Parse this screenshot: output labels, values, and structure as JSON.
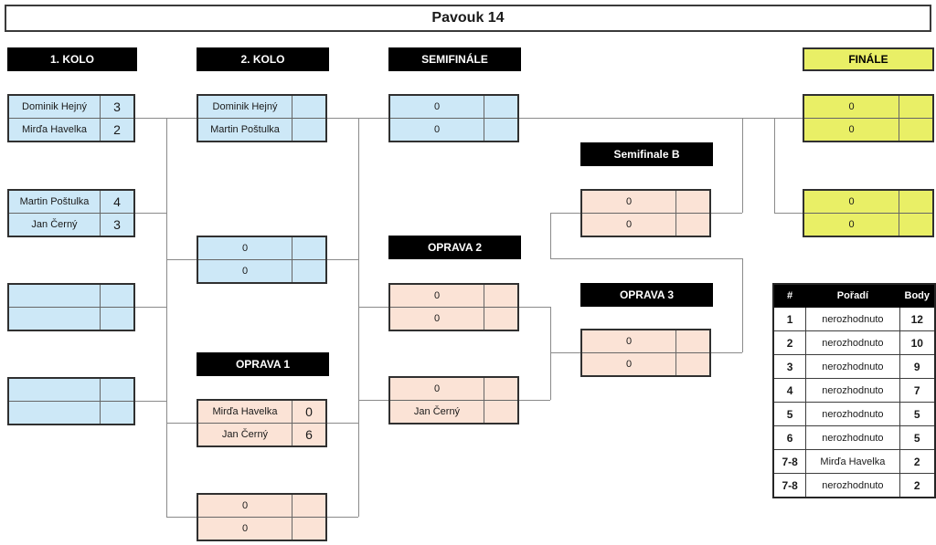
{
  "title": "Pavouk 14",
  "colors": {
    "blue": "#CDE8F7",
    "pink": "#FBE3D6",
    "yellow": "#E9EF66",
    "banner_bg": "#000000",
    "line": "#8a8a8a"
  },
  "headers": {
    "round1": "1. KOLO",
    "round2": "2. KOLO",
    "semifinal": "SEMIFINÁLE",
    "final": "FINÁLE",
    "semifinal_b": "Semifinale B",
    "oprava1": "OPRAVA 1",
    "oprava2": "OPRAVA 2",
    "oprava3": "OPRAVA 3"
  },
  "matches": {
    "r1m1": {
      "p1": "Dominik Hejný",
      "s1": "3",
      "p2": "Mirďa Havelka",
      "s2": "2"
    },
    "r1m2": {
      "p1": "Martin Poštulka",
      "s1": "4",
      "p2": "Jan Černý",
      "s2": "3"
    },
    "r1m3": {
      "p1": "",
      "s1": "",
      "p2": "",
      "s2": ""
    },
    "r1m4": {
      "p1": "",
      "s1": "",
      "p2": "",
      "s2": ""
    },
    "r2m1": {
      "p1": "Dominik Hejný",
      "s1": "",
      "p2": "Martin Poštulka",
      "s2": ""
    },
    "r2m2": {
      "p1": "0",
      "s1": "",
      "p2": "0",
      "s2": ""
    },
    "o1m1": {
      "p1": "Mirďa Havelka",
      "s1": "0",
      "p2": "Jan Černý",
      "s2": "6"
    },
    "o1m2": {
      "p1": "0",
      "s1": "",
      "p2": "0",
      "s2": ""
    },
    "sf1": {
      "p1": "0",
      "s1": "",
      "p2": "0",
      "s2": ""
    },
    "o2m1": {
      "p1": "0",
      "s1": "",
      "p2": "0",
      "s2": ""
    },
    "o2m2": {
      "p1": "0",
      "s1": "",
      "p2": "Jan Černý",
      "s2": ""
    },
    "sfb1": {
      "p1": "0",
      "s1": "",
      "p2": "0",
      "s2": ""
    },
    "o3m1": {
      "p1": "0",
      "s1": "",
      "p2": "0",
      "s2": ""
    },
    "f1": {
      "p1": "0",
      "s1": "",
      "p2": "0",
      "s2": ""
    },
    "f2": {
      "p1": "0",
      "s1": "",
      "p2": "0",
      "s2": ""
    }
  },
  "standings": {
    "columns": [
      "#",
      "Pořadí",
      "Body"
    ],
    "rows": [
      [
        "1",
        "nerozhodnuto",
        "12"
      ],
      [
        "2",
        "nerozhodnuto",
        "10"
      ],
      [
        "3",
        "nerozhodnuto",
        "9"
      ],
      [
        "4",
        "nerozhodnuto",
        "7"
      ],
      [
        "5",
        "nerozhodnuto",
        "5"
      ],
      [
        "6",
        "nerozhodnuto",
        "5"
      ],
      [
        "7-8",
        "Mirďa Havelka",
        "2"
      ],
      [
        "7-8",
        "nerozhodnuto",
        "2"
      ]
    ]
  }
}
